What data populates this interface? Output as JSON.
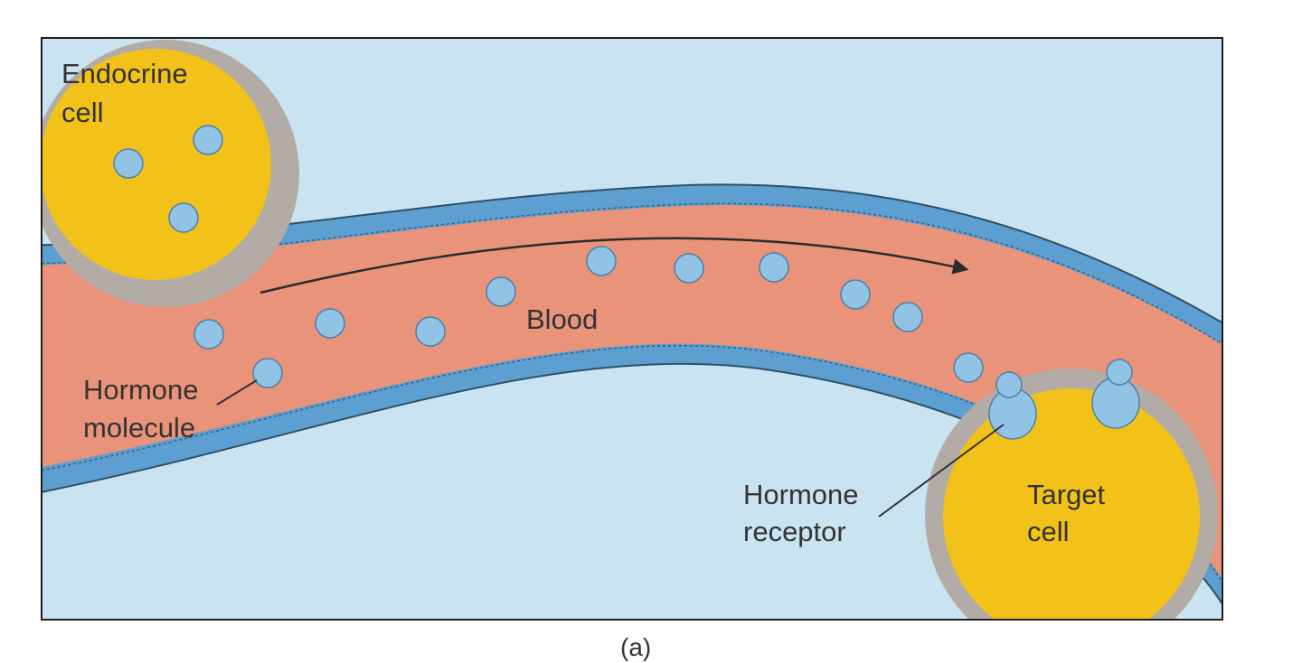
{
  "labels": {
    "endocrine_cell_line1": "Endocrine",
    "endocrine_cell_line2": "cell",
    "blood": "Blood",
    "hormone_molecule_line1": "Hormone",
    "hormone_molecule_line2": "molecule",
    "hormone_receptor_line1": "Hormone",
    "hormone_receptor_line2": "receptor",
    "target_cell_line1": "Target",
    "target_cell_line2": "cell",
    "panel_caption": "(a)"
  },
  "colors": {
    "background": "#c9e4f0",
    "blood": "#e9937a",
    "vessel_wall": "#5c9fd0",
    "cell_body": "#f2c21b",
    "cell_membrane": "#b3aba6",
    "hormone": "#90c3e4"
  },
  "icons": [
    "hormone-molecule-circle",
    "flow-arrow"
  ]
}
